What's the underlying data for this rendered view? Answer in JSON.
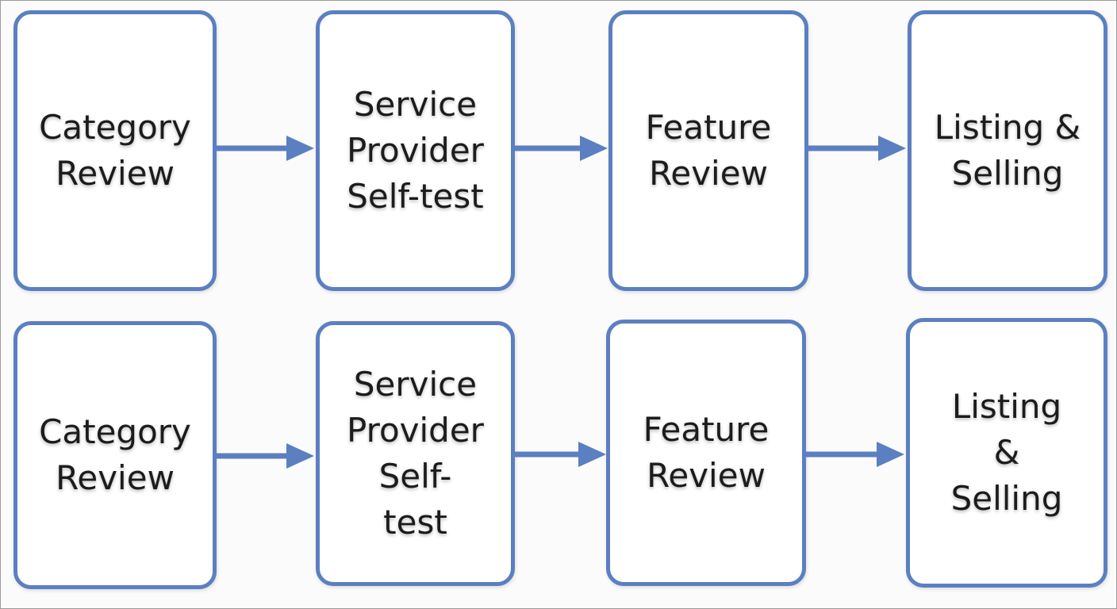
{
  "colors": {
    "box_border": "#5b7fc1",
    "arrow": "#5b7fc1",
    "text": "#1c1c1c"
  },
  "rows": [
    {
      "steps": [
        {
          "lines": [
            "Category",
            "Review"
          ]
        },
        {
          "lines": [
            "Service",
            "Provider",
            "Self-test"
          ]
        },
        {
          "lines": [
            "Feature",
            "Review"
          ]
        },
        {
          "lines": [
            "Listing &",
            "Selling"
          ]
        }
      ]
    },
    {
      "steps": [
        {
          "lines": [
            "Category",
            "Review"
          ]
        },
        {
          "lines": [
            "Service",
            "Provider",
            "Self-",
            "test"
          ]
        },
        {
          "lines": [
            "Feature",
            "Review"
          ]
        },
        {
          "lines": [
            "Listing",
            "&",
            "Selling"
          ]
        }
      ]
    }
  ]
}
